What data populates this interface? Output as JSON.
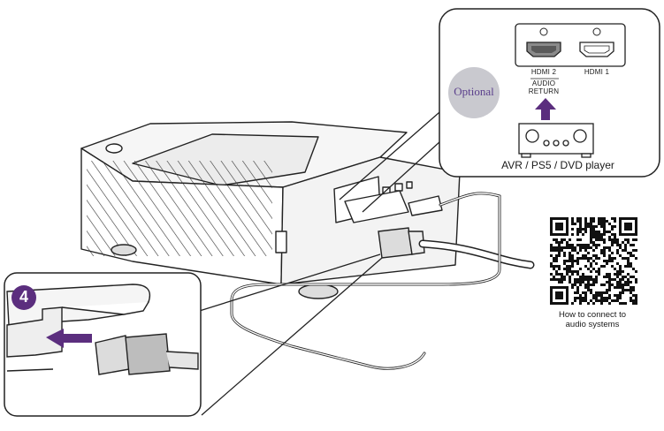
{
  "step": {
    "number": "4"
  },
  "callout": {
    "optional_label": "Optional",
    "ports": {
      "hdmi2": "HDMI 2",
      "audio_return_line1": "AUDIO",
      "audio_return_line2": "RETURN",
      "hdmi1": "HDMI 1"
    },
    "device_label": "AVR / PS5 / DVD player"
  },
  "qr": {
    "caption_line1": "How to connect to",
    "caption_line2": "audio systems"
  },
  "colors": {
    "line": "#222222",
    "accent": "#5b2e7e",
    "badge_bg": "#c9c9cf",
    "optional_text": "#5b3f8c"
  }
}
